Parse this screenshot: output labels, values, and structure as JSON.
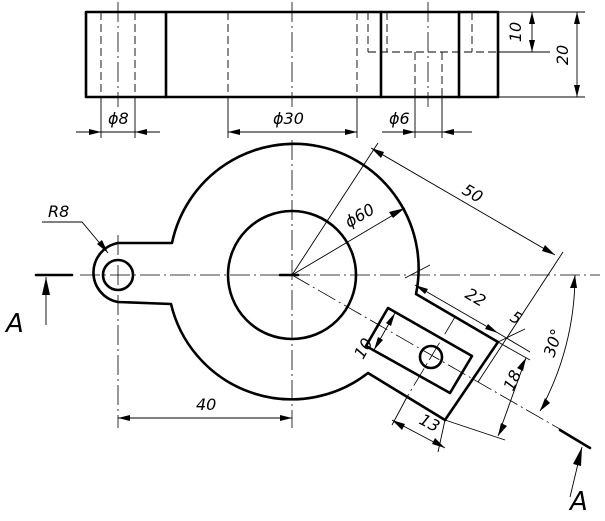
{
  "dimensions": {
    "dia8": "ϕ8",
    "dia30": "ϕ30",
    "dia6": "ϕ6",
    "height10": "10",
    "height20": "20",
    "len50": "50",
    "dia60": "ϕ60",
    "radius8": "R8",
    "len22": "22",
    "len5": "5",
    "width10": "10",
    "angle30": "30°",
    "len18": "18",
    "len13": "13",
    "len40": "40"
  },
  "section": {
    "left_label": "A",
    "right_label": "A"
  }
}
